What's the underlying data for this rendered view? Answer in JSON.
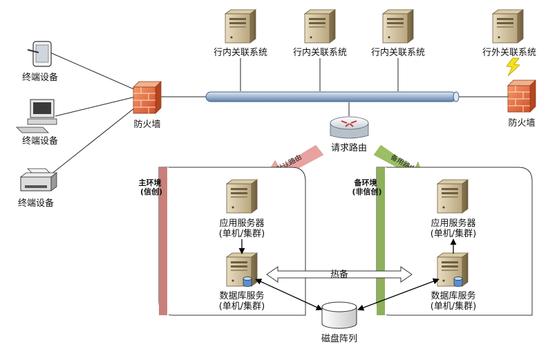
{
  "top_systems": [
    {
      "label": "行内关联系统"
    },
    {
      "label": "行内关联系统"
    },
    {
      "label": "行内关联系统"
    },
    {
      "label": "行外关联系统"
    }
  ],
  "terminals": [
    {
      "label": "终端设备"
    },
    {
      "label": "终端设备"
    },
    {
      "label": "终端设备"
    }
  ],
  "firewall_left": "防火墙",
  "firewall_right": "防火墙",
  "router": "请求路由",
  "arrow_default": "默认路由",
  "arrow_standby": "备用路由",
  "primary": {
    "title": "主环境",
    "subtitle": "(信创)",
    "app_line1": "应用服务器",
    "app_line2": "(单机/集群)",
    "db_line1": "数据库服务",
    "db_line2": "(单机/集群)"
  },
  "standby": {
    "title": "备环境",
    "subtitle": "(非信创)",
    "app_line1": "应用服务器",
    "app_line2": "(单机/集群)",
    "db_line1": "数据库服务",
    "db_line2": "(单机/集群)"
  },
  "hot_standby": "热备",
  "disk_array": "磁盘阵列",
  "colors": {
    "primary_bar": "#c97f7a",
    "standby_bar": "#8fb05a",
    "bus": "#a9bdd6"
  }
}
